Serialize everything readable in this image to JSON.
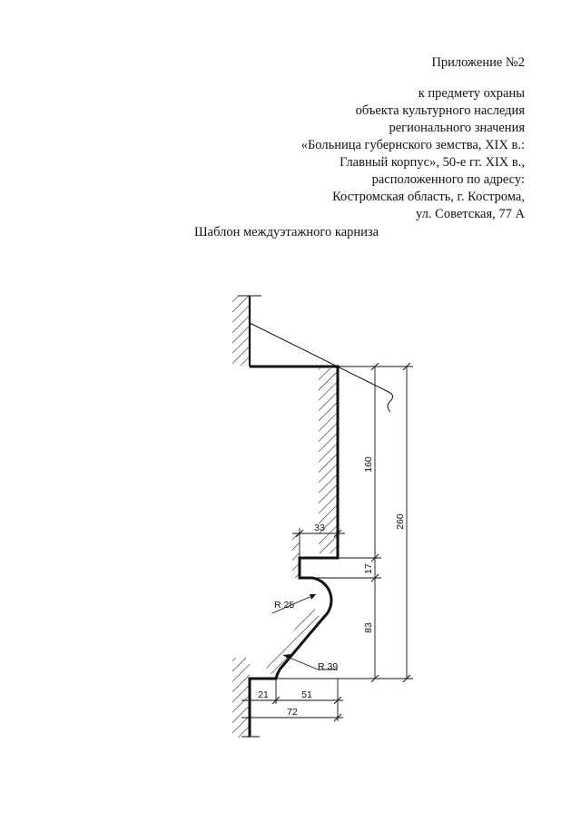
{
  "header": {
    "appendix": "Приложение №2",
    "lines": [
      "к предмету охраны",
      "объекта культурного наследия",
      "регионального значения",
      "«Больница губернского земства, XIX в.:",
      "Главный корпус», 50-е гг. XIX в.,",
      "расположенного по адресу:",
      "Костромская область, г. Кострома,",
      "ул. Советская, 77 А"
    ]
  },
  "caption": "Шаблон междуэтажного карниза",
  "drawing": {
    "dims": {
      "d160": "160",
      "d260": "260",
      "d33": "33",
      "d17": "17",
      "d83": "83",
      "r25": "R 25",
      "r39": "R 39",
      "d21": "21",
      "d51": "51",
      "d72": "72"
    }
  }
}
